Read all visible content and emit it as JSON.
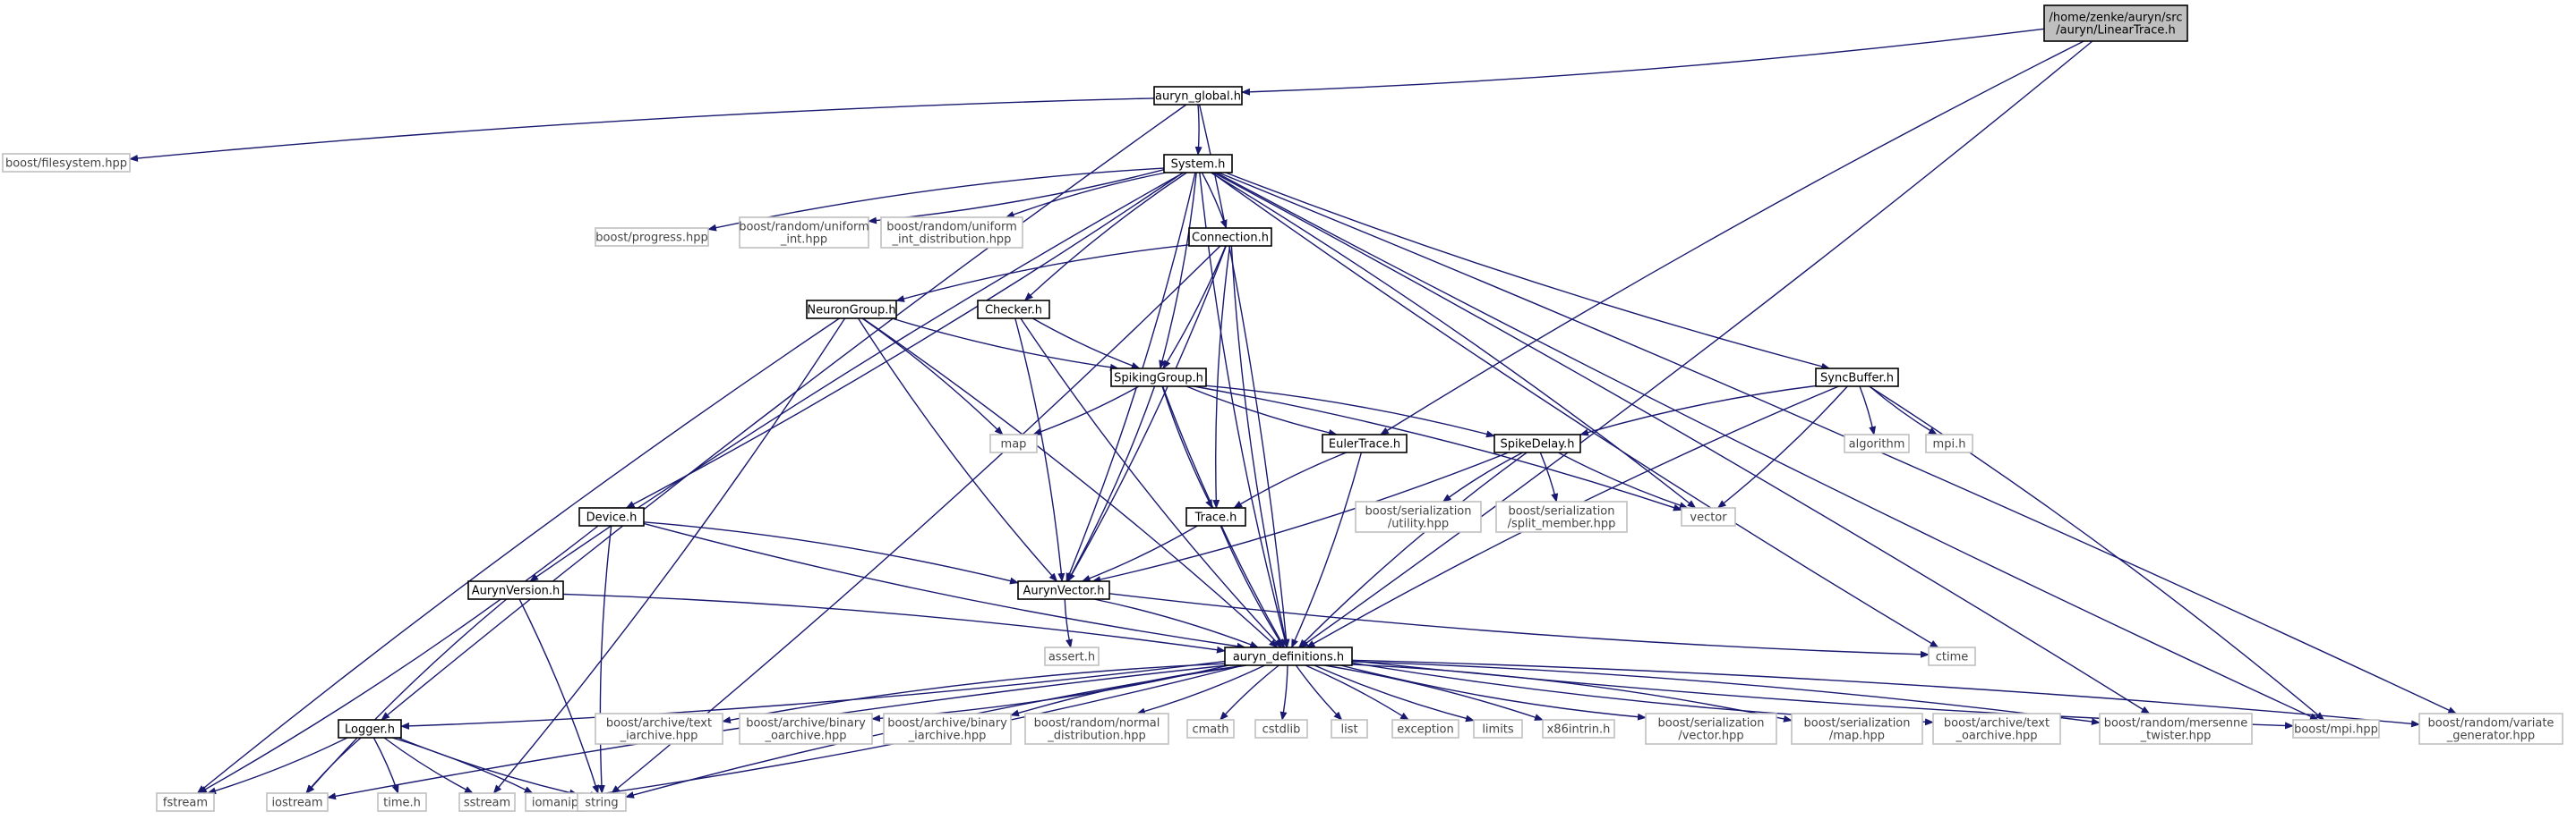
{
  "colors": {
    "edge": "#191970",
    "root_fill": "#bfbfbf",
    "node_border": "#000000",
    "ext_border": "#bfbfbf",
    "node_fill": "#ffffff"
  },
  "nodes": [
    {
      "id": "root",
      "label": [
        "/home/zenke/auryn/src",
        "/auryn/LinearTrace.h"
      ],
      "kind": "root"
    },
    {
      "id": "auryn_global",
      "label": [
        "auryn_global.h"
      ],
      "kind": "header"
    },
    {
      "id": "boost_filesystem",
      "label": [
        "boost/filesystem.hpp"
      ],
      "kind": "ext"
    },
    {
      "id": "system",
      "label": [
        "System.h"
      ],
      "kind": "header"
    },
    {
      "id": "boost_progress",
      "label": [
        "boost/progress.hpp"
      ],
      "kind": "ext"
    },
    {
      "id": "boost_uniform_int",
      "label": [
        "boost/random/uniform",
        "_int.hpp"
      ],
      "kind": "ext"
    },
    {
      "id": "boost_uniform_int_dist",
      "label": [
        "boost/random/uniform",
        "_int_distribution.hpp"
      ],
      "kind": "ext"
    },
    {
      "id": "connection",
      "label": [
        "Connection.h"
      ],
      "kind": "header"
    },
    {
      "id": "neurongroup",
      "label": [
        "NeuronGroup.h"
      ],
      "kind": "header"
    },
    {
      "id": "checker",
      "label": [
        "Checker.h"
      ],
      "kind": "header"
    },
    {
      "id": "spikinggroup",
      "label": [
        "SpikingGroup.h"
      ],
      "kind": "header"
    },
    {
      "id": "syncbuffer",
      "label": [
        "SyncBuffer.h"
      ],
      "kind": "header"
    },
    {
      "id": "map",
      "label": [
        "map"
      ],
      "kind": "ext"
    },
    {
      "id": "eulertrace",
      "label": [
        "EulerTrace.h"
      ],
      "kind": "header"
    },
    {
      "id": "spikedelay",
      "label": [
        "SpikeDelay.h"
      ],
      "kind": "header"
    },
    {
      "id": "algorithm",
      "label": [
        "algorithm"
      ],
      "kind": "ext"
    },
    {
      "id": "mpi_h",
      "label": [
        "mpi.h"
      ],
      "kind": "ext"
    },
    {
      "id": "device",
      "label": [
        "Device.h"
      ],
      "kind": "header"
    },
    {
      "id": "boost_ser_utility",
      "label": [
        "boost/serialization",
        "/utility.hpp"
      ],
      "kind": "ext"
    },
    {
      "id": "boost_ser_split",
      "label": [
        "boost/serialization",
        "/split_member.hpp"
      ],
      "kind": "ext"
    },
    {
      "id": "vector",
      "label": [
        "vector"
      ],
      "kind": "ext"
    },
    {
      "id": "trace",
      "label": [
        "Trace.h"
      ],
      "kind": "header"
    },
    {
      "id": "aurynversion",
      "label": [
        "AurynVersion.h"
      ],
      "kind": "header"
    },
    {
      "id": "aurynvector",
      "label": [
        "AurynVector.h"
      ],
      "kind": "header"
    },
    {
      "id": "assert",
      "label": [
        "assert.h"
      ],
      "kind": "ext"
    },
    {
      "id": "auryn_definitions",
      "label": [
        "auryn_definitions.h"
      ],
      "kind": "header"
    },
    {
      "id": "ctime",
      "label": [
        "ctime"
      ],
      "kind": "ext"
    },
    {
      "id": "logger",
      "label": [
        "Logger.h"
      ],
      "kind": "header"
    },
    {
      "id": "text_iarchive",
      "label": [
        "boost/archive/text",
        "_iarchive.hpp"
      ],
      "kind": "ext"
    },
    {
      "id": "binary_oarchive",
      "label": [
        "boost/archive/binary",
        "_oarchive.hpp"
      ],
      "kind": "ext"
    },
    {
      "id": "binary_iarchive",
      "label": [
        "boost/archive/binary",
        "_iarchive.hpp"
      ],
      "kind": "ext"
    },
    {
      "id": "normal_dist",
      "label": [
        "boost/random/normal",
        "_distribution.hpp"
      ],
      "kind": "ext"
    },
    {
      "id": "cmath",
      "label": [
        "cmath"
      ],
      "kind": "ext"
    },
    {
      "id": "cstdlib",
      "label": [
        "cstdlib"
      ],
      "kind": "ext"
    },
    {
      "id": "list",
      "label": [
        "list"
      ],
      "kind": "ext"
    },
    {
      "id": "exception",
      "label": [
        "exception"
      ],
      "kind": "ext"
    },
    {
      "id": "limits",
      "label": [
        "limits"
      ],
      "kind": "ext"
    },
    {
      "id": "x86intrin",
      "label": [
        "x86intrin.h"
      ],
      "kind": "ext"
    },
    {
      "id": "ser_vector",
      "label": [
        "boost/serialization",
        "/vector.hpp"
      ],
      "kind": "ext"
    },
    {
      "id": "ser_map",
      "label": [
        "boost/serialization",
        "/map.hpp"
      ],
      "kind": "ext"
    },
    {
      "id": "text_oarchive",
      "label": [
        "boost/archive/text",
        "_oarchive.hpp"
      ],
      "kind": "ext"
    },
    {
      "id": "mersenne",
      "label": [
        "boost/random/mersenne",
        "_twister.hpp"
      ],
      "kind": "ext"
    },
    {
      "id": "boost_mpi",
      "label": [
        "boost/mpi.hpp"
      ],
      "kind": "ext"
    },
    {
      "id": "variate_gen",
      "label": [
        "boost/random/variate",
        "_generator.hpp"
      ],
      "kind": "ext"
    },
    {
      "id": "fstream",
      "label": [
        "fstream"
      ],
      "kind": "ext"
    },
    {
      "id": "iostream",
      "label": [
        "iostream"
      ],
      "kind": "ext"
    },
    {
      "id": "time_h",
      "label": [
        "time.h"
      ],
      "kind": "ext"
    },
    {
      "id": "sstream",
      "label": [
        "sstream"
      ],
      "kind": "ext"
    },
    {
      "id": "iomanip",
      "label": [
        "iomanip"
      ],
      "kind": "ext"
    },
    {
      "id": "string",
      "label": [
        "string"
      ],
      "kind": "ext"
    }
  ],
  "edges": [
    [
      "root",
      "auryn_global"
    ],
    [
      "root",
      "eulertrace"
    ],
    [
      "root",
      "auryn_definitions"
    ],
    [
      "auryn_global",
      "boost_filesystem"
    ],
    [
      "auryn_global",
      "system"
    ],
    [
      "auryn_global",
      "logger"
    ],
    [
      "auryn_global",
      "auryn_definitions"
    ],
    [
      "system",
      "boost_progress"
    ],
    [
      "system",
      "boost_uniform_int"
    ],
    [
      "system",
      "boost_uniform_int_dist"
    ],
    [
      "system",
      "connection"
    ],
    [
      "system",
      "checker"
    ],
    [
      "system",
      "spikinggroup"
    ],
    [
      "system",
      "syncbuffer"
    ],
    [
      "system",
      "device"
    ],
    [
      "system",
      "aurynversion"
    ],
    [
      "system",
      "aurynvector"
    ],
    [
      "system",
      "auryn_definitions"
    ],
    [
      "system",
      "vector"
    ],
    [
      "system",
      "ctime"
    ],
    [
      "system",
      "mersenne"
    ],
    [
      "system",
      "boost_mpi"
    ],
    [
      "system",
      "variate_gen"
    ],
    [
      "connection",
      "neurongroup"
    ],
    [
      "connection",
      "spikinggroup"
    ],
    [
      "connection",
      "trace"
    ],
    [
      "connection",
      "aurynvector"
    ],
    [
      "connection",
      "auryn_definitions"
    ],
    [
      "connection",
      "string"
    ],
    [
      "neurongroup",
      "spikinggroup"
    ],
    [
      "neurongroup",
      "map"
    ],
    [
      "neurongroup",
      "aurynvector"
    ],
    [
      "neurongroup",
      "auryn_definitions"
    ],
    [
      "neurongroup",
      "fstream"
    ],
    [
      "neurongroup",
      "sstream"
    ],
    [
      "checker",
      "spikinggroup"
    ],
    [
      "checker",
      "aurynvector"
    ],
    [
      "checker",
      "auryn_definitions"
    ],
    [
      "spikinggroup",
      "map"
    ],
    [
      "spikinggroup",
      "eulertrace"
    ],
    [
      "spikinggroup",
      "spikedelay"
    ],
    [
      "spikinggroup",
      "trace"
    ],
    [
      "spikinggroup",
      "aurynvector"
    ],
    [
      "spikinggroup",
      "auryn_definitions"
    ],
    [
      "spikinggroup",
      "vector"
    ],
    [
      "syncbuffer",
      "spikedelay"
    ],
    [
      "syncbuffer",
      "algorithm"
    ],
    [
      "syncbuffer",
      "mpi_h"
    ],
    [
      "syncbuffer",
      "vector"
    ],
    [
      "syncbuffer",
      "auryn_definitions"
    ],
    [
      "syncbuffer",
      "boost_mpi"
    ],
    [
      "eulertrace",
      "trace"
    ],
    [
      "eulertrace",
      "auryn_definitions"
    ],
    [
      "spikedelay",
      "boost_ser_utility"
    ],
    [
      "spikedelay",
      "boost_ser_split"
    ],
    [
      "spikedelay",
      "vector"
    ],
    [
      "spikedelay",
      "aurynvector"
    ],
    [
      "spikedelay",
      "auryn_definitions"
    ],
    [
      "device",
      "aurynvector"
    ],
    [
      "device",
      "auryn_definitions"
    ],
    [
      "device",
      "fstream"
    ],
    [
      "device",
      "string"
    ],
    [
      "trace",
      "aurynvector"
    ],
    [
      "trace",
      "auryn_definitions"
    ],
    [
      "aurynversion",
      "auryn_definitions"
    ],
    [
      "aurynversion",
      "iostream"
    ],
    [
      "aurynversion",
      "string"
    ],
    [
      "aurynvector",
      "assert"
    ],
    [
      "aurynvector",
      "auryn_definitions"
    ],
    [
      "aurynvector",
      "ctime"
    ],
    [
      "auryn_definitions",
      "logger"
    ],
    [
      "auryn_definitions",
      "text_iarchive"
    ],
    [
      "auryn_definitions",
      "binary_oarchive"
    ],
    [
      "auryn_definitions",
      "binary_iarchive"
    ],
    [
      "auryn_definitions",
      "normal_dist"
    ],
    [
      "auryn_definitions",
      "cmath"
    ],
    [
      "auryn_definitions",
      "cstdlib"
    ],
    [
      "auryn_definitions",
      "list"
    ],
    [
      "auryn_definitions",
      "exception"
    ],
    [
      "auryn_definitions",
      "limits"
    ],
    [
      "auryn_definitions",
      "x86intrin"
    ],
    [
      "auryn_definitions",
      "ser_vector"
    ],
    [
      "auryn_definitions",
      "ser_map"
    ],
    [
      "auryn_definitions",
      "text_oarchive"
    ],
    [
      "auryn_definitions",
      "mersenne"
    ],
    [
      "auryn_definitions",
      "boost_mpi"
    ],
    [
      "auryn_definitions",
      "variate_gen"
    ],
    [
      "auryn_definitions",
      "iostream"
    ],
    [
      "auryn_definitions",
      "iomanip"
    ],
    [
      "auryn_definitions",
      "string"
    ],
    [
      "logger",
      "fstream"
    ],
    [
      "logger",
      "iostream"
    ],
    [
      "logger",
      "time_h"
    ],
    [
      "logger",
      "sstream"
    ],
    [
      "logger",
      "iomanip"
    ],
    [
      "logger",
      "string"
    ]
  ]
}
